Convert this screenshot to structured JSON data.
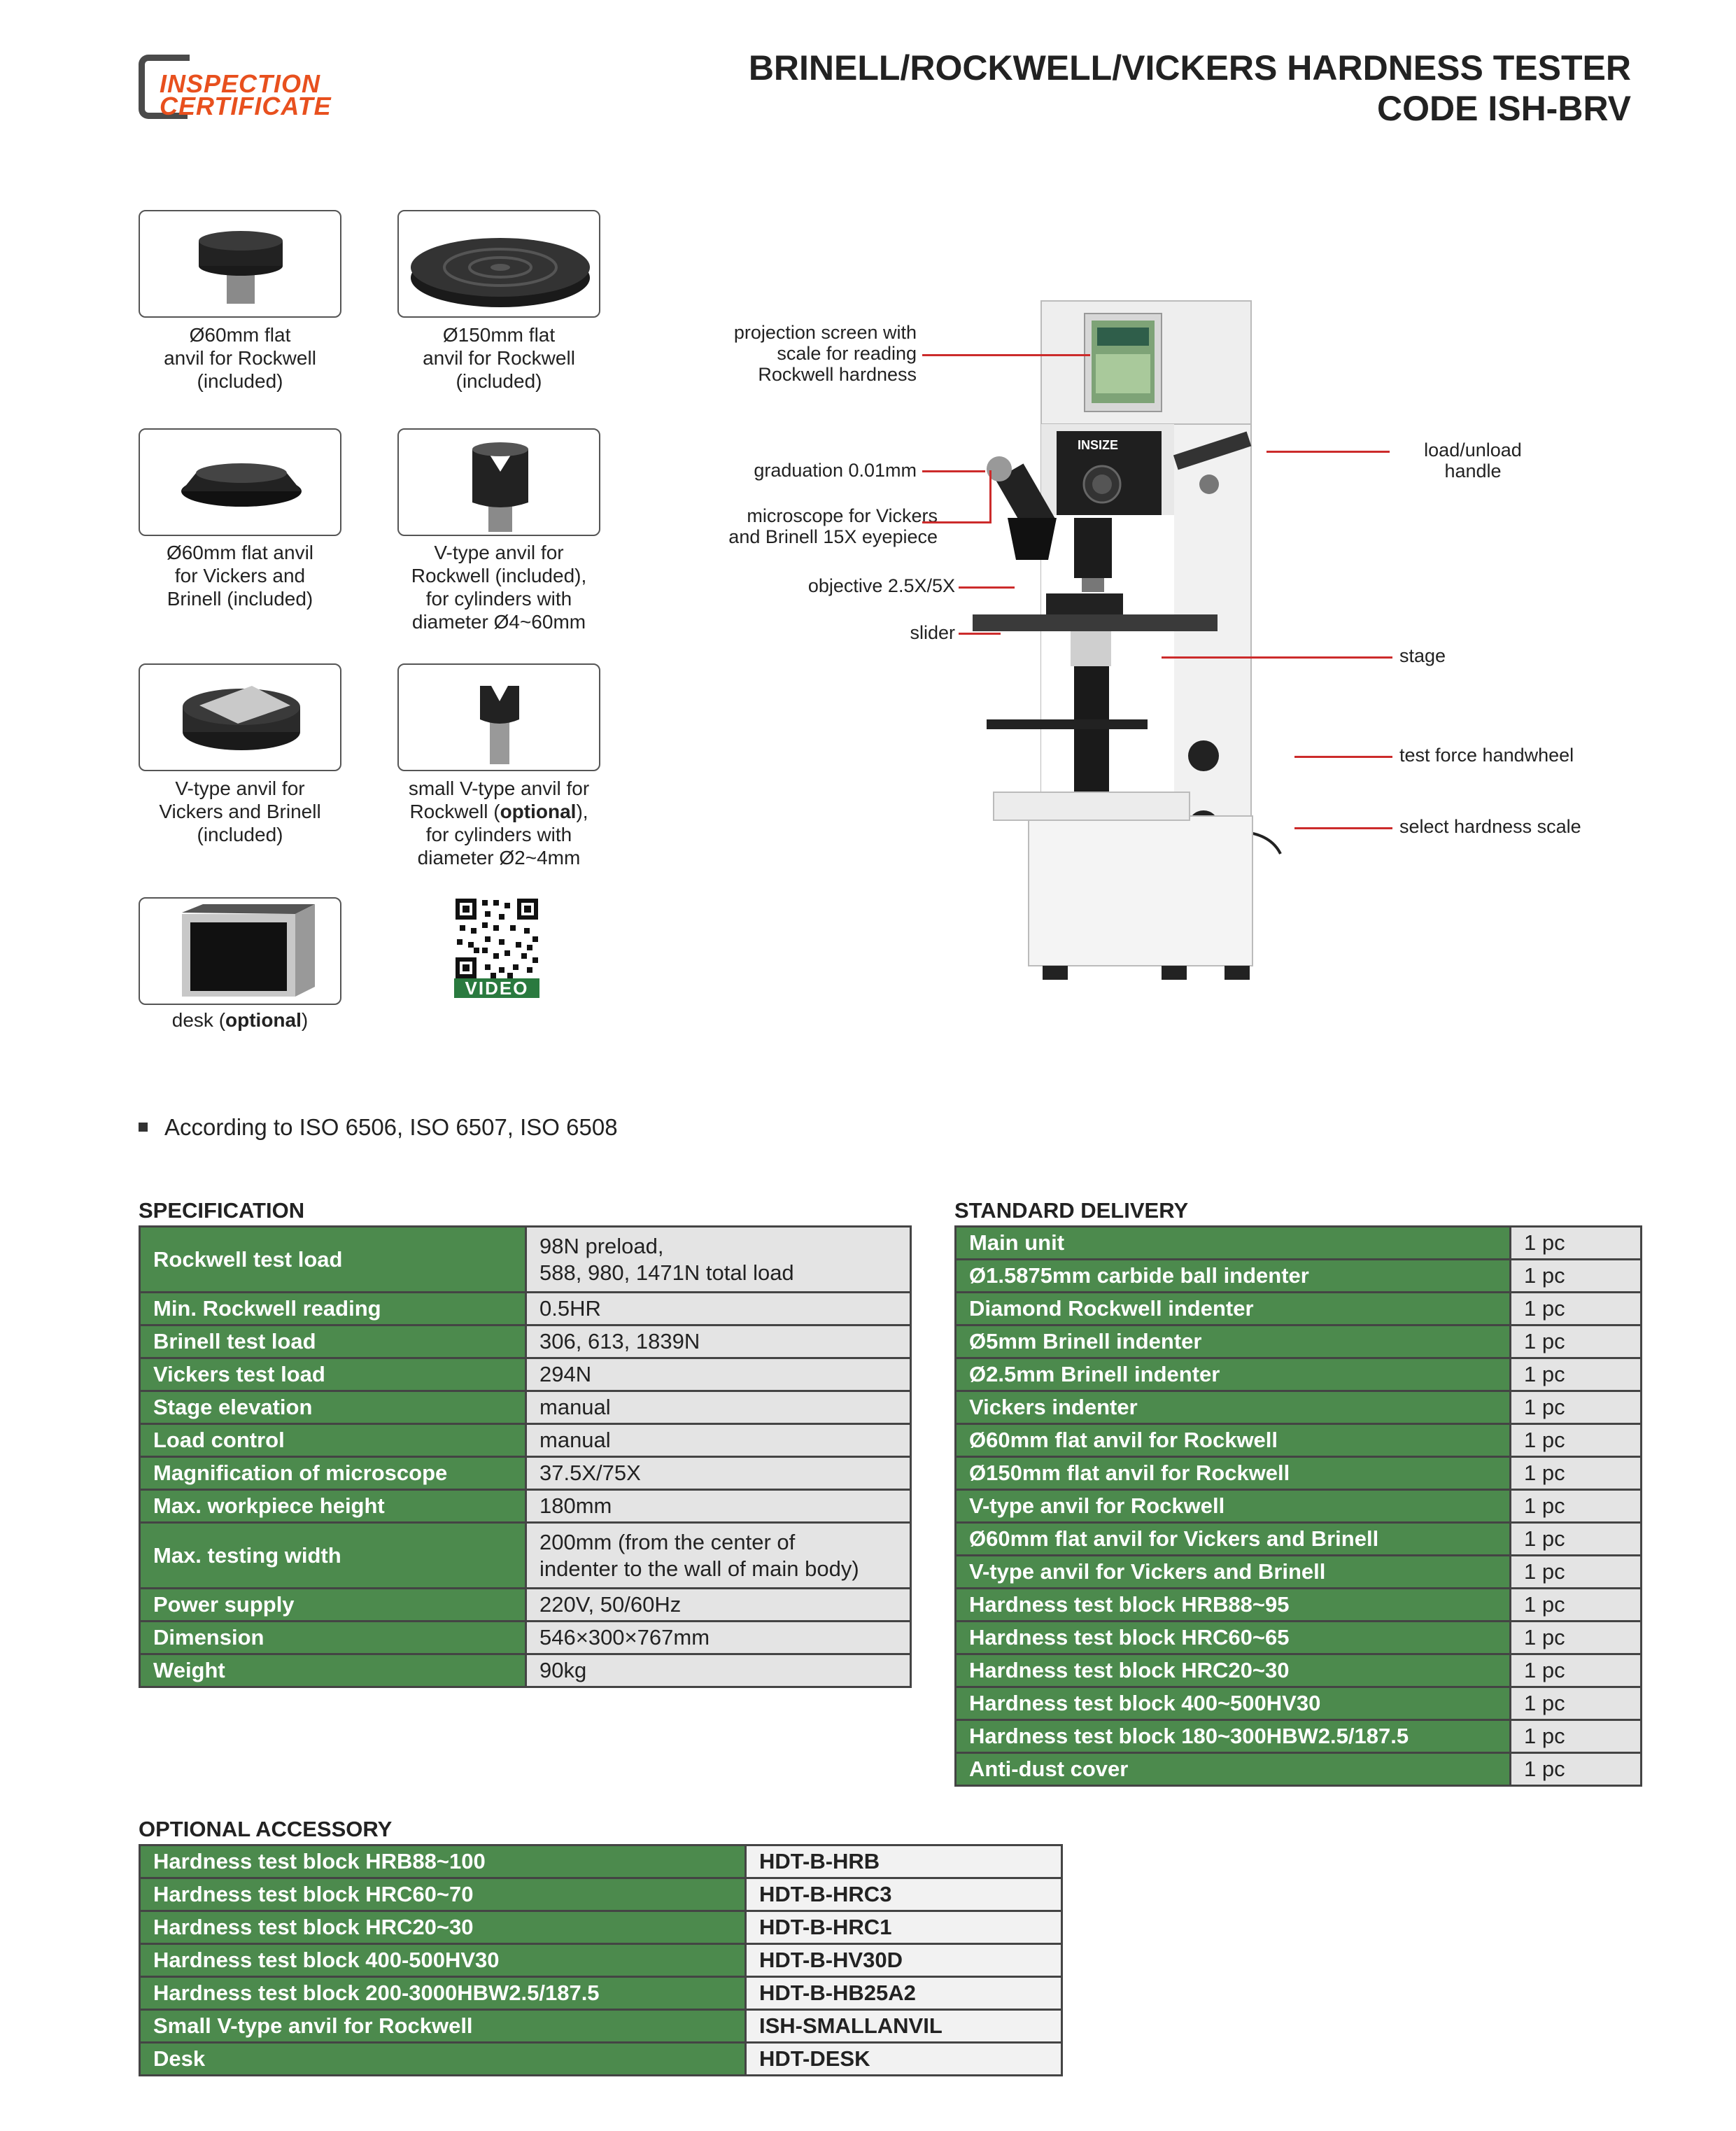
{
  "header": {
    "logo_line1": "INSPECTION",
    "logo_line2": "CERTIFICATE",
    "title_line1": "BRINELL/ROCKWELL/VICKERS HARDNESS TESTER",
    "title_line2": "CODE ISH-BRV"
  },
  "accessories": [
    {
      "caption": "Ø60mm flat\nanvil for Rockwell\n(included)"
    },
    {
      "caption": "Ø150mm flat\nanvil for Rockwell\n(included)"
    },
    {
      "caption": "Ø60mm flat anvil\nfor Vickers and\nBrinell (included)"
    },
    {
      "caption": "V-type anvil for\nRockwell (included),\nfor cylinders with\ndiameter Ø4~60mm"
    },
    {
      "caption": "V-type anvil for\nVickers and Brinell\n(included)"
    },
    {
      "caption_pre": "small V-type anvil for\nRockwell (",
      "caption_bold": "optional",
      "caption_post": "),\nfor cylinders with\ndiameter Ø2~4mm"
    },
    {
      "caption_pre": "desk (",
      "caption_bold": "optional",
      "caption_post": ")"
    }
  ],
  "video_label": "VIDEO",
  "machine": {
    "brand": "INSIZE",
    "callouts": {
      "projection": "projection screen with\nscale for reading\nRockwell hardness",
      "graduation": "graduation 0.01mm",
      "microscope": "microscope for Vickers\nand Brinell 15X eyepiece",
      "objective": "objective 2.5X/5X",
      "slider": "slider",
      "load_handle": "load/unload\nhandle",
      "stage": "stage",
      "handwheel": "test force handwheel",
      "scale": "select hardness scale"
    }
  },
  "iso_note": "According to ISO 6506, ISO 6507, ISO 6508",
  "specification": {
    "title": "SPECIFICATION",
    "rows": [
      {
        "k": "Rockwell test load",
        "v": "98N preload,\n588, 980, 1471N total load"
      },
      {
        "k": "Min. Rockwell reading",
        "v": "0.5HR"
      },
      {
        "k": "Brinell test load",
        "v": "306, 613, 1839N"
      },
      {
        "k": "Vickers test load",
        "v": "294N"
      },
      {
        "k": "Stage elevation",
        "v": "manual"
      },
      {
        "k": "Load control",
        "v": "manual"
      },
      {
        "k": "Magnification of microscope",
        "v": "37.5X/75X"
      },
      {
        "k": "Max. workpiece height",
        "v": "180mm"
      },
      {
        "k": "Max. testing width",
        "v": "200mm (from the center of\nindenter to the wall of main body)"
      },
      {
        "k": "Power supply",
        "v": "220V, 50/60Hz"
      },
      {
        "k": "Dimension",
        "v": "546×300×767mm"
      },
      {
        "k": "Weight",
        "v": "90kg"
      }
    ]
  },
  "standard_delivery": {
    "title": "STANDARD DELIVERY",
    "rows": [
      {
        "k": "Main unit",
        "v": "1 pc"
      },
      {
        "k": "Ø1.5875mm carbide ball indenter",
        "v": "1 pc"
      },
      {
        "k": "Diamond Rockwell indenter",
        "v": "1 pc"
      },
      {
        "k": "Ø5mm Brinell indenter",
        "v": "1 pc"
      },
      {
        "k": "Ø2.5mm Brinell indenter",
        "v": "1 pc"
      },
      {
        "k": "Vickers indenter",
        "v": "1 pc"
      },
      {
        "k": "Ø60mm flat anvil for Rockwell",
        "v": "1 pc"
      },
      {
        "k": "Ø150mm flat anvil for Rockwell",
        "v": "1 pc"
      },
      {
        "k": "V-type anvil for Rockwell",
        "v": "1 pc"
      },
      {
        "k": "Ø60mm flat anvil for Vickers and Brinell",
        "v": "1 pc"
      },
      {
        "k": "V-type anvil for Vickers and Brinell",
        "v": "1 pc"
      },
      {
        "k": "Hardness test block HRB88~95",
        "v": "1 pc"
      },
      {
        "k": "Hardness test block HRC60~65",
        "v": "1 pc"
      },
      {
        "k": "Hardness test block HRC20~30",
        "v": "1 pc"
      },
      {
        "k": "Hardness test block 400~500HV30",
        "v": "1 pc"
      },
      {
        "k": "Hardness test block 180~300HBW2.5/187.5",
        "v": "1 pc"
      },
      {
        "k": "Anti-dust cover",
        "v": "1 pc"
      }
    ]
  },
  "optional_accessory": {
    "title": "OPTIONAL ACCESSORY",
    "rows": [
      {
        "k": "Hardness test block HRB88~100",
        "v": "HDT-B-HRB"
      },
      {
        "k": "Hardness test block HRC60~70",
        "v": "HDT-B-HRC3"
      },
      {
        "k": "Hardness test block HRC20~30",
        "v": "HDT-B-HRC1"
      },
      {
        "k": "Hardness test block 400-500HV30",
        "v": "HDT-B-HV30D"
      },
      {
        "k": "Hardness test block 200-3000HBW2.5/187.5",
        "v": "HDT-B-HB25A2"
      },
      {
        "k": "Small V-type anvil for Rockwell",
        "v": "ISH-SMALLANVIL"
      },
      {
        "k": "Desk",
        "v": "HDT-DESK"
      }
    ]
  }
}
